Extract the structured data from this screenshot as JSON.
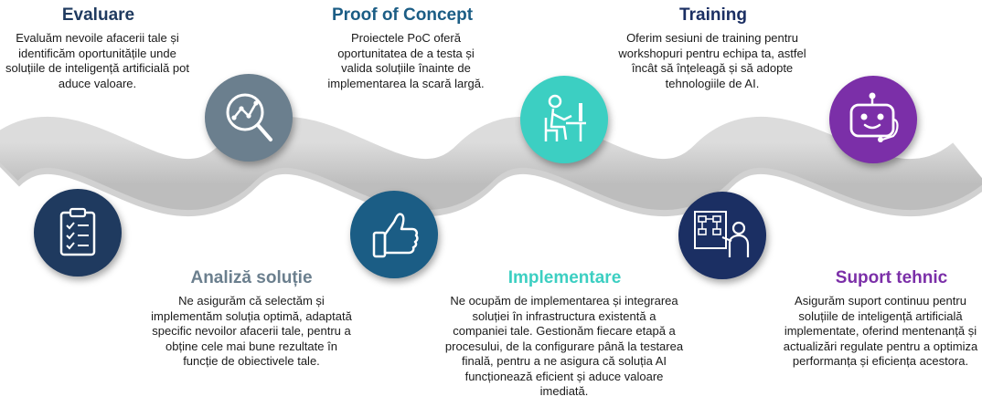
{
  "steps": [
    {
      "title": "Evaluare",
      "color": "#1f3a5f",
      "icon": "search-chart-icon",
      "desc": "Evaluăm nevoile afacerii tale și identificăm oportunitățile unde soluțiile de inteligență artificială pot aduce valoare."
    },
    {
      "title": "Analiză soluție",
      "color": "#6b7f8e",
      "icon": "clipboard-checklist-icon",
      "desc": "Ne asigurăm că selectăm și implementăm soluția optimă, adaptată specific nevoilor afacerii tale, pentru a obține cele mai bune rezultate în funcție de obiectivele tale."
    },
    {
      "title": "Proof of Concept",
      "color": "#1b5d85",
      "icon": "thumbs-up-icon",
      "desc": "Proiectele PoC oferă oportunitatea de a testa și valida soluțiile înainte de implementarea la scară largă."
    },
    {
      "title": "Implementare",
      "color": "#3ccfc2",
      "icon": "person-at-desk-icon",
      "desc": "Ne ocupăm de implementarea și integrarea soluției în infrastructura existentă a companiei tale. Gestionăm fiecare etapă a procesului, de la configurare până la testarea finală, pentru a ne asigura că soluția AI funcționează eficient și aduce valoare imediată."
    },
    {
      "title": "Training",
      "color": "#1b2f63",
      "icon": "presenter-flowchart-icon",
      "desc": "Oferim sesiuni de training pentru workshopuri pentru echipa ta, astfel încât să înțeleagă și să adopte tehnologiile de AI."
    },
    {
      "title": "Suport tehnic",
      "color": "#7b2fa8",
      "icon": "robot-support-icon",
      "desc": "Asigurăm suport continuu pentru soluțiile de inteligență artificială implementate, oferind mentenanță și actualizări regulate pentru a optimiza performanța și eficiența acestora."
    }
  ]
}
